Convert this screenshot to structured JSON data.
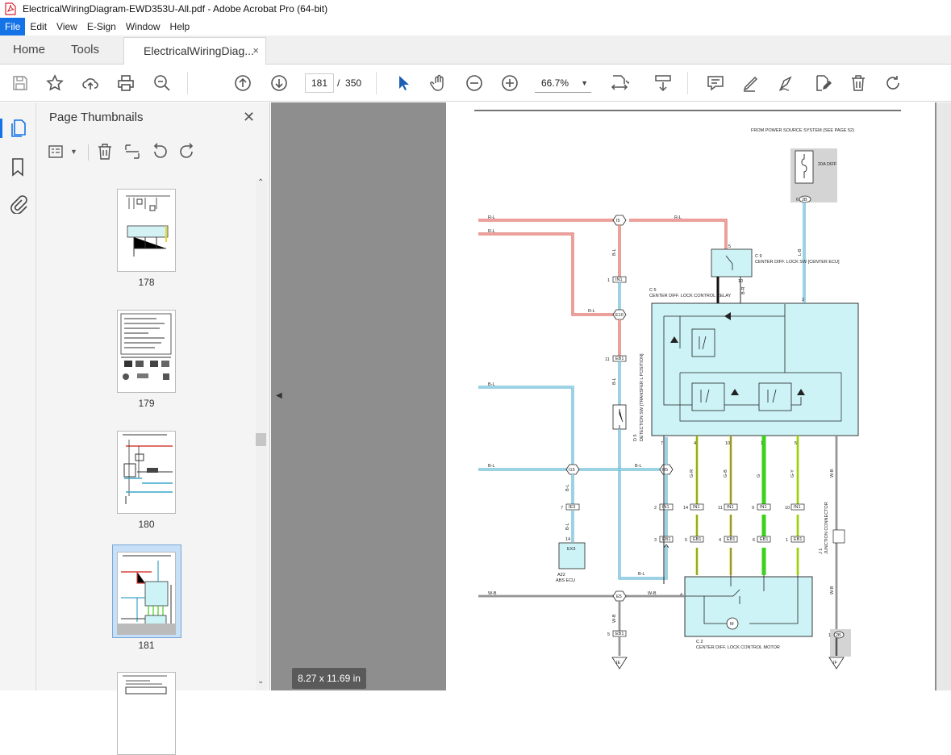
{
  "window": {
    "title": "ElectricalWiringDiagram-EWD353U-All.pdf - Adobe Acrobat Pro (64-bit)"
  },
  "menu": [
    "File",
    "Edit",
    "View",
    "E-Sign",
    "Window",
    "Help"
  ],
  "tabs": {
    "home": "Home",
    "tools": "Tools",
    "document": "ElectricalWiringDiag...",
    "close": "×"
  },
  "toolbar": {
    "page_current": "181",
    "page_separator": "/",
    "page_total": "350",
    "zoom": "66.7%"
  },
  "panel": {
    "title": "Page Thumbnails",
    "thumbnails": [
      {
        "label": "178"
      },
      {
        "label": "179"
      },
      {
        "label": "180"
      },
      {
        "label": "181",
        "selected": true
      }
    ]
  },
  "status": {
    "page_size": "8.27 x 11.69 in"
  },
  "diagram": {
    "header_note": "FROM POWER SOURCE SYSTEM (SEE PAGE 52)",
    "fuse": "20A DIFF",
    "wires": {
      "rl": "R-L",
      "bl": "B-L",
      "wb": "W-B",
      "lb": "L-B",
      "gr": "G-R",
      "gb": "G-B",
      "g": "G",
      "gy": "G-Y",
      "br": "B-R"
    },
    "connectors": {
      "i5": "I5",
      "e10": "E10",
      "i15": "I15",
      "r5": "R5",
      "e5": "E5",
      "in1": "IN1",
      "eb1": "EB1",
      "ie3": "IE3",
      "cj": "2B"
    },
    "components": {
      "c9": "C 9",
      "c9_desc": "CENTER DIFF. LOCK SW [CENTER ECU]",
      "c5": "C 5",
      "c5_desc": "CENTER DIFF. LOCK CONTROL RELAY",
      "d5": "D 5",
      "d5_desc": "DETECTION SW [TRANSFER L POSITION]",
      "a22": "A22",
      "a22_desc": "ABS ECU",
      "ex3": "EX3",
      "j1": "J 1",
      "j1_desc": "JUNCTION CONNECTOR",
      "c2": "C 2",
      "c2_desc": "CENTER DIFF. LOCK CONTROL MOTOR",
      "motor": "M",
      "ground_ie": "IE",
      "ground_if": "IF"
    },
    "pins": {
      "p1": "1",
      "p2": "2",
      "p3": "3",
      "p4": "4",
      "p5": "5",
      "p6": "6",
      "p7": "7",
      "p9": "9",
      "p10": "10",
      "p11": "11",
      "p14": "14"
    }
  },
  "colors": {
    "accent": "#1473e6",
    "wire_red": "#d9403a",
    "wire_blue": "#3aa5c8",
    "wire_green": "#3bd11c",
    "wire_yellow": "#d8d82a",
    "box_fill": "#cdf3f6"
  }
}
